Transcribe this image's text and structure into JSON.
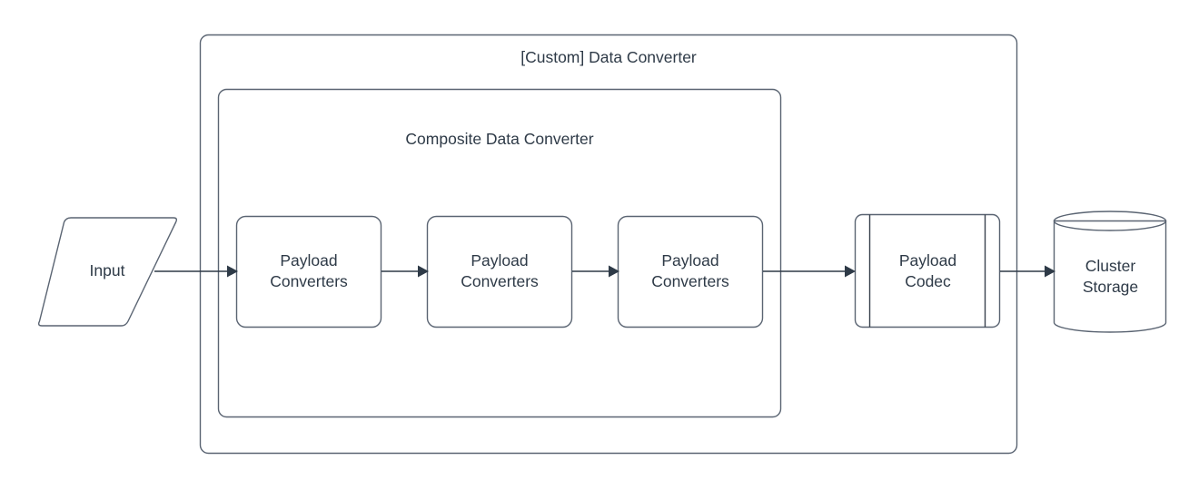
{
  "diagram": {
    "type": "flow-diagram",
    "background_color": "#ffffff",
    "stroke_color": "#5A6472",
    "connector_color": "#2E3A47",
    "text_color": "#2E3A47",
    "containers": [
      {
        "id": "custom-data-converter",
        "title": "[Custom] Data Converter",
        "shape": "rounded-rectangle"
      },
      {
        "id": "composite-data-converter",
        "title": "Composite Data Converter",
        "shape": "rounded-rectangle"
      }
    ],
    "nodes": [
      {
        "id": "input",
        "label": "Input",
        "shape": "parallelogram"
      },
      {
        "id": "payload-converters-1",
        "label": "Payload\nConverters",
        "shape": "rounded-rectangle"
      },
      {
        "id": "payload-converters-2",
        "label": "Payload\nConverters",
        "shape": "rounded-rectangle"
      },
      {
        "id": "payload-converters-3",
        "label": "Payload\nConverters",
        "shape": "rounded-rectangle"
      },
      {
        "id": "payload-codec",
        "label": "Payload\nCodec",
        "shape": "subroutine"
      },
      {
        "id": "cluster-storage",
        "label": "Cluster\nStorage",
        "shape": "cylinder"
      }
    ],
    "edges": [
      {
        "from": "input",
        "to": "payload-converters-1",
        "style": "solid-arrow"
      },
      {
        "from": "payload-converters-1",
        "to": "payload-converters-2",
        "style": "solid-arrow"
      },
      {
        "from": "payload-converters-2",
        "to": "payload-converters-3",
        "style": "solid-arrow"
      },
      {
        "from": "payload-converters-3",
        "to": "payload-codec",
        "style": "solid-arrow"
      },
      {
        "from": "payload-codec",
        "to": "cluster-storage",
        "style": "solid-arrow"
      }
    ]
  }
}
